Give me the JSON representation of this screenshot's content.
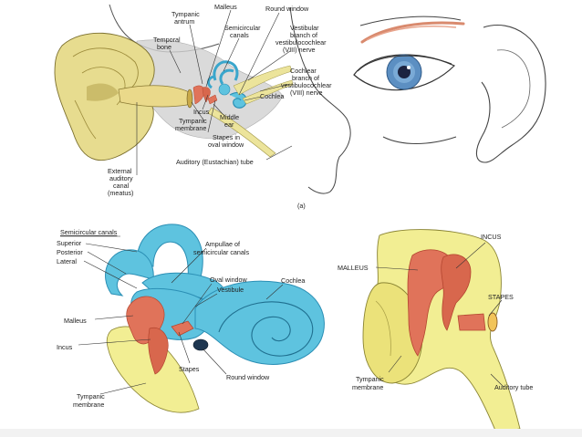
{
  "colors": {
    "background": "#ffffff",
    "outer_ear": "#e7dc8f",
    "outer_ear_shade": "#bfae5a",
    "skin_line": "#444444",
    "bone": "#cfcfcf",
    "inner_ear_blue": "#5ec3df",
    "inner_ear_blue_dark": "#2b8fb5",
    "ossicle_red": "#e0735a",
    "ossicle_red_dark": "#b3452f",
    "tympanic_yellow": "#f2ee93",
    "nerve_yellow": "#ece49b",
    "eyebrow": "#d98a6e",
    "iris": "#5c8fc2",
    "pupil": "#1c2340"
  },
  "icons": {
    "malleus": "malleus-icon",
    "incus": "incus-icon",
    "stapes": "stapes-icon",
    "cochlea": "cochlea-icon",
    "semicircular_canals": "semicircular-canals-icon"
  },
  "top_panel": {
    "labels": {
      "tympanic_antrum": [
        "Tympanic",
        "antrum"
      ],
      "malleus": "Malleus",
      "round_window": "Round window",
      "semicircular_canals": [
        "Semicircular",
        "canals"
      ],
      "temporal_bone": [
        "Temporal",
        "bone"
      ],
      "vestibular_branch": [
        "Vestibular",
        "branch of",
        "vestibulocochlear",
        "(VIII) nerve"
      ],
      "cochlear_branch": [
        "Cochlear",
        "branch of",
        "vestibulocochlear",
        "(VIII) nerve"
      ],
      "cochlea": "Cochlea",
      "incus": "Incus",
      "middle_ear": [
        "Middle",
        "ear"
      ],
      "tympanic_membrane": [
        "Tympanic",
        "membrane"
      ],
      "stapes_in_oval_window": [
        "Stapes in",
        "oval window"
      ],
      "auditory_tube": "Auditory (Eustachian) tube",
      "external_auditory_canal": [
        "External",
        "auditory",
        "canal",
        "(meatus)"
      ]
    },
    "panel_label": "(a)"
  },
  "bottom_left_panel": {
    "labels": {
      "semicircular_canals": "Semicircular canals",
      "superior": "Superior",
      "posterior": "Posterior",
      "lateral": "Lateral",
      "ampullae": [
        "Ampullae of",
        "semicircular canals"
      ],
      "oval_window": "Oval window",
      "vestibule": "Vestibule",
      "cochlea": "Cochlea",
      "malleus": "Malleus",
      "incus": "Incus",
      "stapes": "Stapes",
      "round_window": "Round window",
      "tympanic_membrane": [
        "Tympanic",
        "membrane"
      ]
    }
  },
  "bottom_right_panel": {
    "labels": {
      "incus": "INCUS",
      "malleus": "MALLEUS",
      "stapes": "STAPES",
      "tympanic_membrane": [
        "Tympanic",
        "membrane"
      ],
      "auditory_tube": "Auditory tube"
    }
  }
}
